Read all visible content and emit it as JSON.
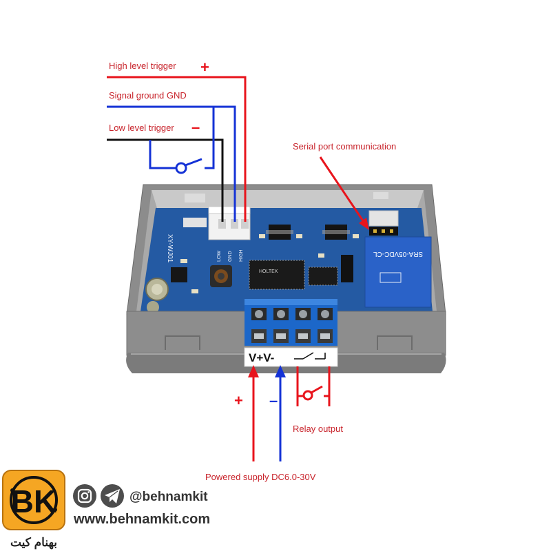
{
  "labels": {
    "high_trigger": "High level trigger",
    "high_sign": "+",
    "signal_gnd": "Signal ground GND",
    "low_trigger": "Low level trigger",
    "low_sign": "–",
    "serial": "Serial port communication",
    "relay_output": "Relay output",
    "power_supply": "Powered supply DC6.0-30V",
    "power_plus": "+",
    "power_minus": "–"
  },
  "board": {
    "model": "XY-WJ01",
    "connector_pins": [
      "LOW",
      "GND",
      "HIGH"
    ],
    "chip_brand": "HOLTEK",
    "relay_model": "SRA-05VDC-CL"
  },
  "terminal": {
    "label": "V+V-"
  },
  "brand": {
    "logo": "BK",
    "handle": "@behnamkit",
    "website": "www.behnamkit.com",
    "name_fa": "بهنام کیت"
  },
  "colors": {
    "high_wire": "#e8141c",
    "gnd_wire": "#1432d6",
    "low_wire": "#111111",
    "label_text": "#c8232b",
    "brand_orange": "#f5a623",
    "pcb": "#245aa3",
    "terminal_block": "#1c67c9",
    "relay": "#2a62c8"
  },
  "icons": {
    "instagram": "instagram-icon",
    "telegram": "telegram-icon"
  }
}
